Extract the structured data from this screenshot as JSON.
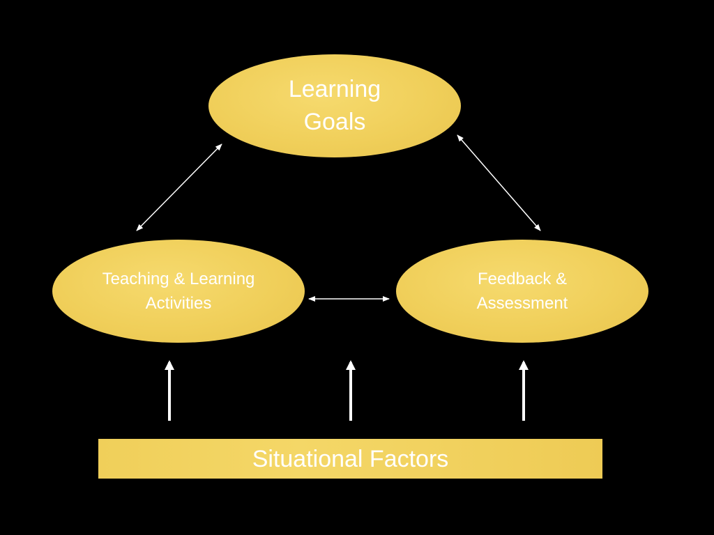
{
  "diagram": {
    "nodes": {
      "goals": "Learning Goals",
      "teaching": "Teaching & Learning Activities",
      "feedback": "Feedback & Assessment",
      "situational": "Situational Factors"
    },
    "edges": [
      {
        "from": "goals",
        "to": "teaching",
        "type": "bidirectional"
      },
      {
        "from": "goals",
        "to": "feedback",
        "type": "bidirectional"
      },
      {
        "from": "teaching",
        "to": "feedback",
        "type": "bidirectional"
      },
      {
        "from": "situational",
        "to": "teaching",
        "type": "directed"
      },
      {
        "from": "situational",
        "to": "goals",
        "type": "directed"
      },
      {
        "from": "situational",
        "to": "feedback",
        "type": "directed"
      }
    ],
    "colors": {
      "background": "#000000",
      "node_fill": "#f0cf5a",
      "text": "#ffffff",
      "arrow": "#ffffff"
    }
  }
}
